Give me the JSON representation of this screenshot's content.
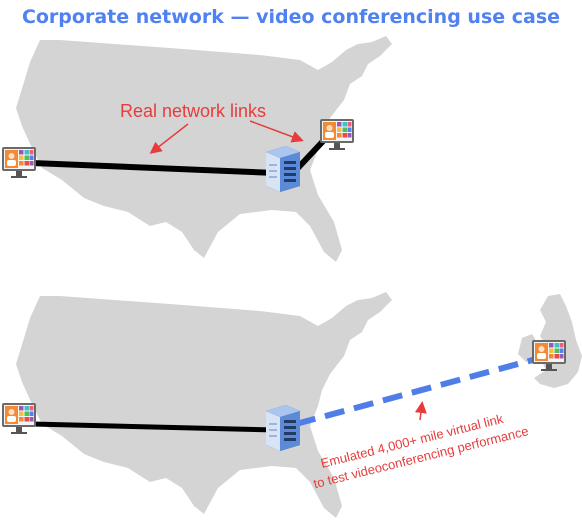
{
  "title": "Corporate network — video conferencing use case",
  "top_panel": {
    "annotation": "Real network links",
    "nodes": [
      "computer-west-icon",
      "server-icon",
      "computer-east-icon"
    ]
  },
  "bottom_panel": {
    "annotation_line1": "Emulated 4,000+ mile virtual link",
    "annotation_line2": "to test videoconferencing  performance",
    "nodes": [
      "computer-west-icon",
      "server-icon",
      "computer-uk-icon"
    ]
  },
  "colors": {
    "title": "#4f81f2",
    "map": "#d4d4d4",
    "real_link": "#000000",
    "virtual_link": "#4f7ee8",
    "annotation": "#e63c3c"
  }
}
